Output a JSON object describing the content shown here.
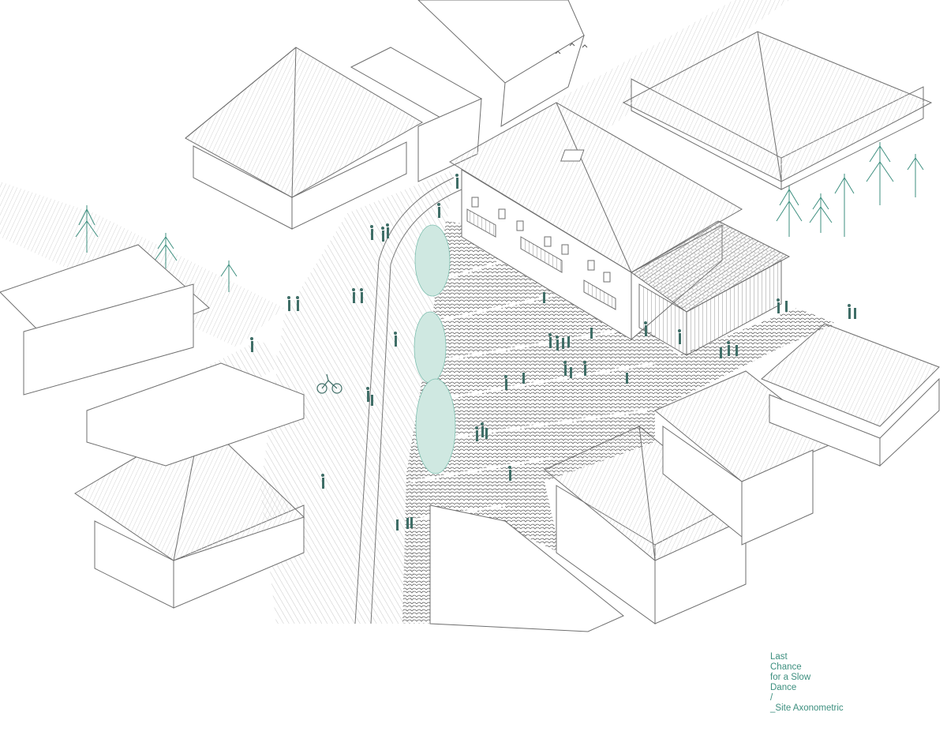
{
  "colors": {
    "accent": "#3d8f7f",
    "line": "#6f6f6f",
    "people": "#3f6e67",
    "paving": "#5c5c5c",
    "tree": "#7fbfb0"
  },
  "caption": {
    "lines": [
      "Last",
      "Chance",
      "for a Slow",
      "Dance",
      "/",
      "_Site Axonometric"
    ]
  }
}
